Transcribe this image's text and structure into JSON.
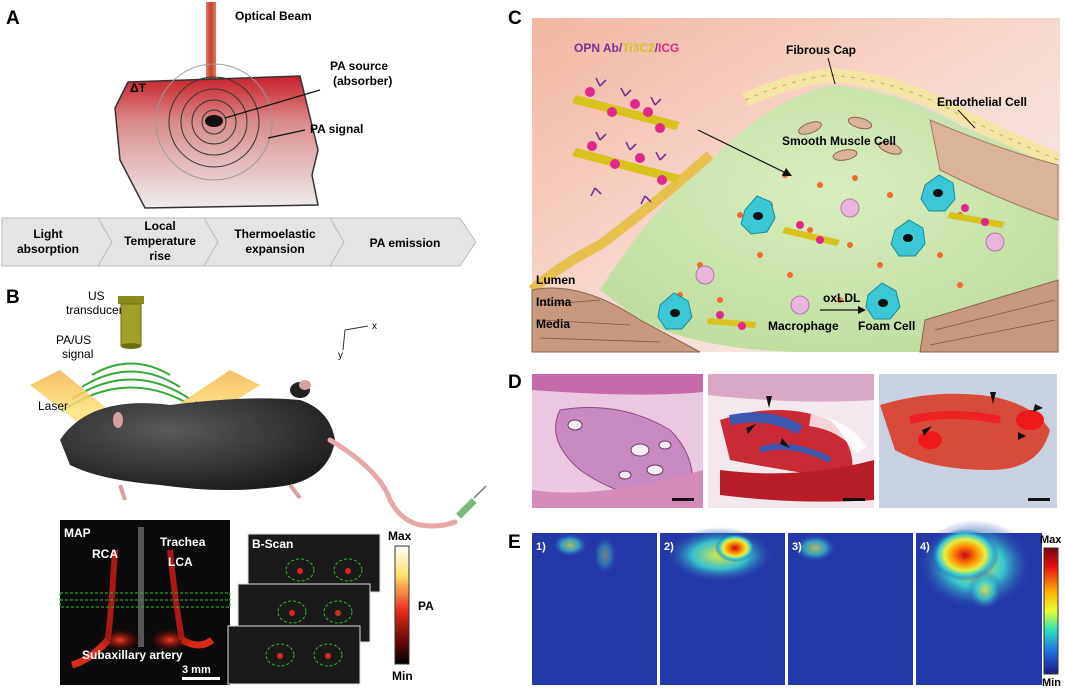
{
  "panels": {
    "a": {
      "letter": "A",
      "beam_label": "Optical Beam",
      "delta_t": "ΔT",
      "source_label_1": "PA source",
      "source_label_2": "(absorber)",
      "signal_label": "PA signal",
      "steps": [
        {
          "line1": "Light",
          "line2": "absorption"
        },
        {
          "line1": "Local",
          "line2": "Temperature",
          "line3": "rise"
        },
        {
          "line1": "Thermoelastic",
          "line2": "expansion"
        },
        {
          "line1": "PA emission",
          "line2": ""
        }
      ]
    },
    "b": {
      "letter": "B",
      "transducer_1": "US",
      "transducer_2": "transducer",
      "signal_1": "PA/US",
      "signal_2": "signal",
      "laser_left": "Laser",
      "laser_right": "Laser",
      "axis_x": "x",
      "axis_y": "y",
      "map_title": "MAP",
      "rca": "RCA",
      "trachea": "Trachea",
      "lca": "LCA",
      "subaxillary": "Subaxillary artery",
      "scale": "3 mm",
      "bscan_title": "B-Scan",
      "cb_max": "Max",
      "cb_label": "PA",
      "cb_min": "Min"
    },
    "c": {
      "letter": "C",
      "ab_label": {
        "part1": "OPN Ab",
        "sep1": "/",
        "part2": "Ti3C2",
        "sep2": "/",
        "part3": "ICG"
      },
      "fibrous_cap": "Fibrous Cap",
      "endothelial": "Endothelial Cell",
      "smooth_muscle": "Smooth Muscle Cell",
      "lumen": "Lumen",
      "intima": "Intima",
      "media": "Media",
      "oxldl": "oxLDL",
      "macrophage": "Macrophage",
      "foam_cell": "Foam Cell"
    },
    "d": {
      "letter": "D"
    },
    "e": {
      "letter": "E",
      "subpanels": [
        "1)",
        "2)",
        "3)",
        "4)"
      ],
      "cb_max": "Max",
      "cb_min": "Min"
    }
  },
  "colors": {
    "beam": "#d9503c",
    "tissue_red": "#c8202a",
    "step_fill": "#e4e4e4",
    "plaque_green": "#cfe6b6",
    "lumen_orange": "#f4a890",
    "ab_purple": "#7a2f93",
    "ab_yellow": "#d8c21c",
    "ab_pink": "#e0288a",
    "pa_blue": "#2438a8",
    "macrophage_cyan": "#3cc7d6"
  }
}
